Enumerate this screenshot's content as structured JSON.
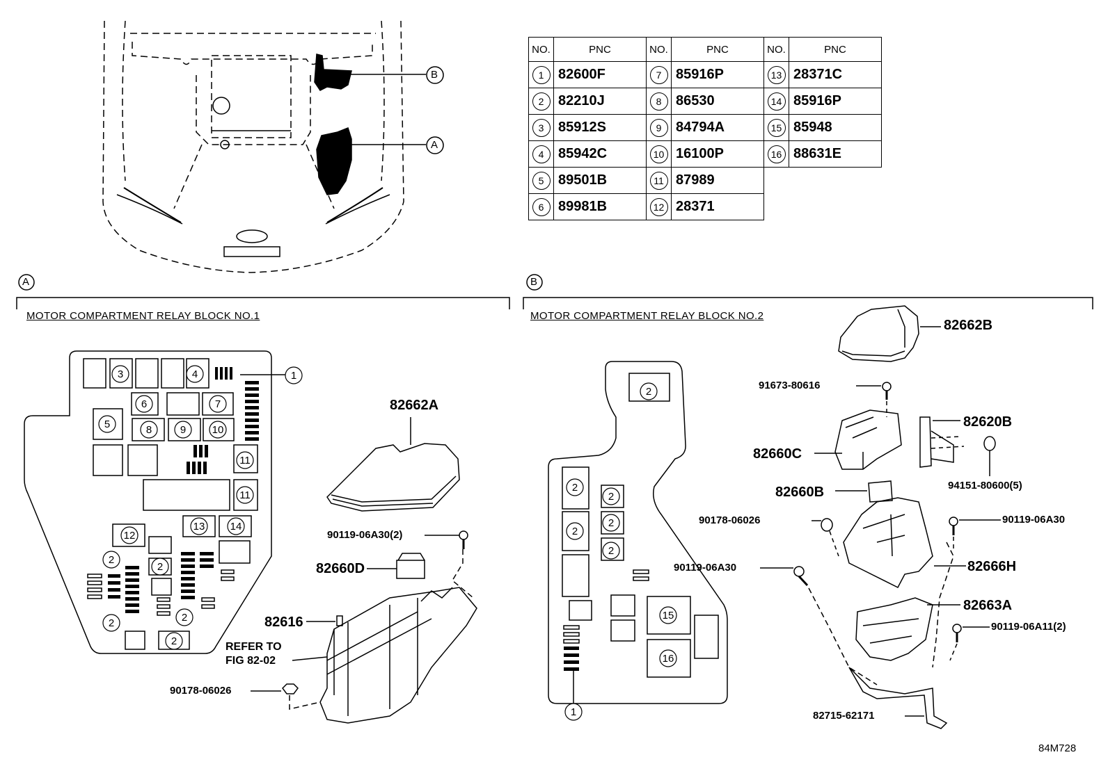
{
  "table": {
    "header": {
      "no": "NO.",
      "pnc": "PNC"
    },
    "rows": [
      [
        {
          "no": "1",
          "pnc": "82600F"
        },
        {
          "no": "7",
          "pnc": "85916P"
        },
        {
          "no": "13",
          "pnc": "28371C"
        }
      ],
      [
        {
          "no": "2",
          "pnc": "82210J"
        },
        {
          "no": "8",
          "pnc": "86530"
        },
        {
          "no": "14",
          "pnc": "85916P"
        }
      ],
      [
        {
          "no": "3",
          "pnc": "85912S"
        },
        {
          "no": "9",
          "pnc": "84794A"
        },
        {
          "no": "15",
          "pnc": "85948"
        }
      ],
      [
        {
          "no": "4",
          "pnc": "85942C"
        },
        {
          "no": "10",
          "pnc": "16100P"
        },
        {
          "no": "16",
          "pnc": "88631E"
        }
      ],
      [
        {
          "no": "5",
          "pnc": "89501B"
        },
        {
          "no": "11",
          "pnc": "87989"
        }
      ],
      [
        {
          "no": "6",
          "pnc": "89981B"
        },
        {
          "no": "12",
          "pnc": "28371"
        }
      ]
    ]
  },
  "overview": {
    "callout_a": "A",
    "callout_b": "B"
  },
  "section_a": {
    "marker": "A",
    "title": "MOTOR COMPARTMENT RELAY BLOCK NO.1"
  },
  "section_b": {
    "marker": "B",
    "title": "MOTOR COMPARTMENT RELAY BLOCK NO.2"
  },
  "block1": {
    "nums": [
      "1",
      "3",
      "4",
      "5",
      "6",
      "7",
      "8",
      "9",
      "10",
      "11",
      "11",
      "12",
      "13",
      "14",
      "2",
      "2",
      "2",
      "2",
      "2"
    ]
  },
  "block2": {
    "nums": [
      "2",
      "2",
      "2",
      "2",
      "2",
      "2",
      "15",
      "16",
      "1"
    ]
  },
  "parts_a": {
    "cover": "82662A",
    "bolt": "90119-06A30(2)",
    "relay": "82660D",
    "fuse": "82616",
    "refer_line1": "REFER TO",
    "refer_line2": "FIG 82-02",
    "nut": "90178-06026"
  },
  "parts_b": {
    "cover": "82662B",
    "screw": "91673-80616",
    "bracket_b": "82620B",
    "block_c": "82660C",
    "clip": "94151-80600(5)",
    "relay_b": "82660B",
    "nut": "90178-06026",
    "bolt1": "90119-06A30",
    "bolt2": "90119-06A30",
    "housing": "82666H",
    "lower": "82663A",
    "bolt3": "90119-06A11(2)",
    "stay": "82715-62171"
  },
  "figure_id": "84M728"
}
